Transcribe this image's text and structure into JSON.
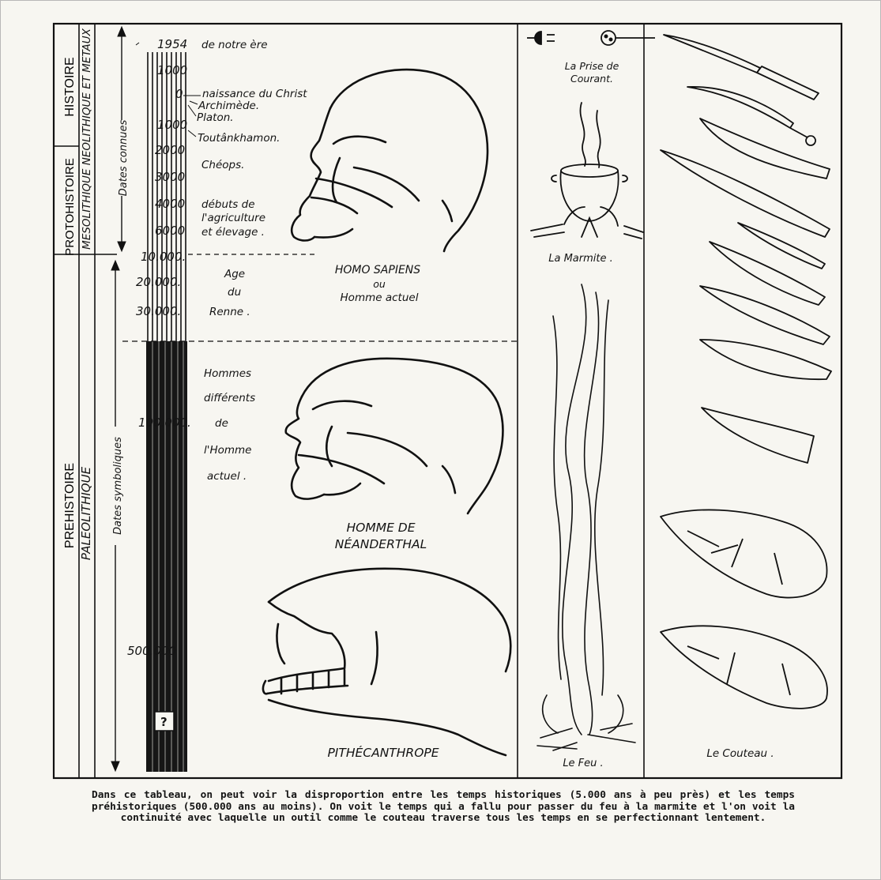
{
  "periods": {
    "histoire": "HISTOIRE",
    "protohistoire": "PROTOHISTOIRE",
    "prehistoire": "PREHISTOIRE",
    "metaux": "MESOLITHIQUE NEOLITHIQUE ET METAUX",
    "paleolithique": "PALEOLITHIQUE"
  },
  "arrows": {
    "known": "Dates connues",
    "symbolic": "Dates symboliques"
  },
  "timeline": [
    {
      "date": "1954",
      "label": "de notre ère"
    },
    {
      "date": "1000",
      "label": ""
    },
    {
      "date": "0",
      "label": "naissance du Christ"
    },
    {
      "date": "",
      "label": "Archimède."
    },
    {
      "date": "",
      "label": "Platon."
    },
    {
      "date": "1000",
      "label": ""
    },
    {
      "date": "",
      "label": "Toutânkhamon."
    },
    {
      "date": "2000",
      "label": ""
    },
    {
      "date": "",
      "label": "Chéops."
    },
    {
      "date": "3000",
      "label": ""
    },
    {
      "date": "4000",
      "label": "débuts de"
    },
    {
      "date": "",
      "label": "l'agriculture"
    },
    {
      "date": "6000",
      "label": "et élevage ."
    },
    {
      "date": "10.000.",
      "label": ""
    },
    {
      "date": "20.000.",
      "label": ""
    },
    {
      "date": "30.000.",
      "label": "Renne ."
    },
    {
      "date": "100.000.",
      "label": ""
    },
    {
      "date": "500.000",
      "label": ""
    },
    {
      "date": "?",
      "label": ""
    }
  ],
  "age_renne": [
    "Age",
    "du"
  ],
  "hommes_differents": [
    "Hommes",
    "différents",
    "de",
    "l'Homme",
    "actuel ."
  ],
  "skulls": {
    "sapiens": [
      "HOMO SAPIENS",
      "ou",
      "Homme actuel"
    ],
    "neanderthal": [
      "HOMME DE",
      "NÉANDERTHAL"
    ],
    "pithecanthrope": "PITHÉCANTHROPE"
  },
  "fire": {
    "prise": [
      "La Prise de",
      "Courant."
    ],
    "marmite": "La Marmite .",
    "feu": "Le Feu ."
  },
  "knife": {
    "label": "Le Couteau ."
  },
  "caption": "Dans ce tableau, on peut voir la disproportion entre les temps historiques (5.000 ans à peu près) et les temps préhistoriques (500.000 ans au moins). On voit le temps qui a fallu pour passer du feu à la marmite et l'on voit la continuité avec laquelle un outil comme le couteau traverse tous les temps en se perfectionnant lentement."
}
